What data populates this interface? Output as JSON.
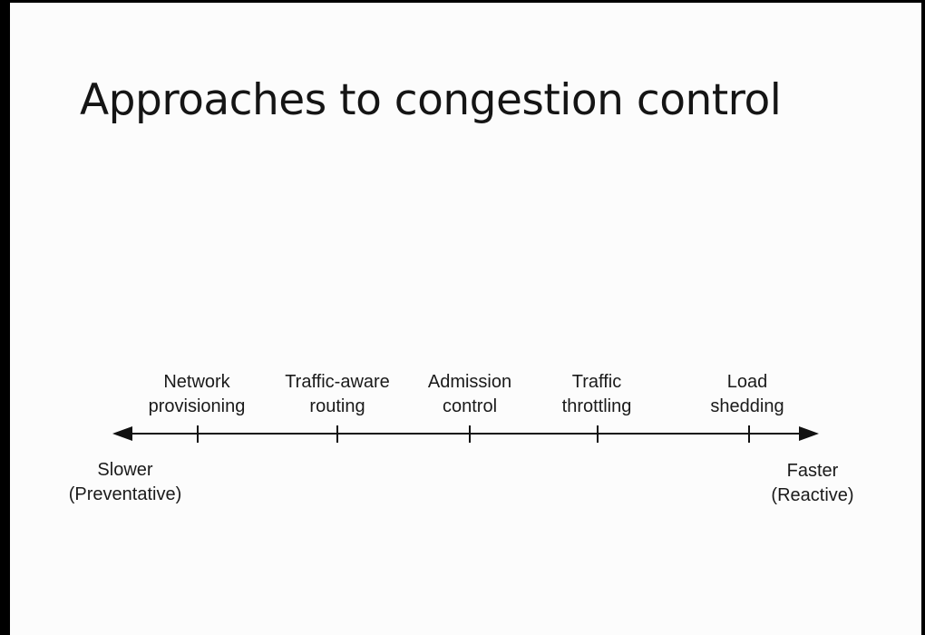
{
  "slide": {
    "title": "Approaches to congestion control"
  },
  "spectrum": {
    "left_end": {
      "line1": "Slower",
      "line2": "(Preventative)"
    },
    "right_end": {
      "line1": "Faster",
      "line2": "(Reactive)"
    },
    "approaches": [
      {
        "line1": "Network",
        "line2": "provisioning"
      },
      {
        "line1": "Traffic-aware",
        "line2": "routing"
      },
      {
        "line1": "Admission",
        "line2": "control"
      },
      {
        "line1": "Traffic",
        "line2": "throttling"
      },
      {
        "line1": "Load",
        "line2": "shedding"
      }
    ]
  }
}
